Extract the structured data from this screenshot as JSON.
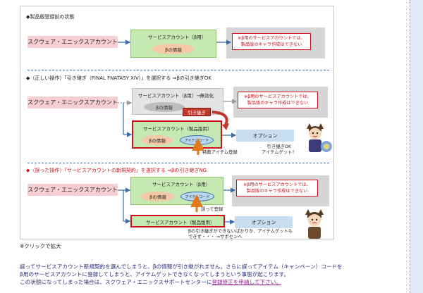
{
  "figure": {
    "section1": {
      "title": "◆製品版登録前の状態",
      "account": "スクウェア・エニックスアカウント",
      "service": "サービスアカウント（β用）",
      "beta_info": "βの情報",
      "warning_line1": "※β用のサービスアカウントでは、",
      "warning_line2": "製品版のキャラ作成はできない"
    },
    "section2": {
      "title": "◆（正しい操作）「引き継ぎ（FINAL FNATASY XIV）」を選択する ⇒βの引き継ぎOK",
      "account": "スクウェア・エニックスアカウント",
      "service_beta": "サービスアカウント（β用）→無効化",
      "beta_info": "βの情報",
      "warning_line1": "※β用のサービスアカウントでは、",
      "warning_line2": "製品版のキャラ作成はできない",
      "handover": "引き継ぎ",
      "service_product": "サービスアカウント（製品版用）",
      "product_beta_info": "βの情報",
      "item_code": "アイテムコード",
      "bonus_item": "特典アイテム登録",
      "option": "オプション",
      "result_line1": "引き継ぎOK",
      "result_line2": "アイテムゲット！"
    },
    "section3": {
      "title": "◆（誤った操作）「サービスアカウントの新規契約」を選択する ⇒βの引き継ぎNG",
      "account": "スクウェア・エニックスアカウント",
      "service_beta": "サービスアカウント（β用）",
      "beta_info": "βの情報",
      "item_code": "アイテムコード",
      "warning_line1": "※β用のサービスアカウントでは、",
      "warning_line2": "製品版のキャラ作成はできない",
      "mistake": "誤って登録",
      "service_product": "サービスアカウント（製品版用）",
      "option": "オプション",
      "result_line1": "βの引き継ぎができないばかりか、アイテムゲットも",
      "result_line2": "できず・・・ ⇒サポセンへ"
    }
  },
  "caption": "※クリックで拡大",
  "paragraph": {
    "line1": "誤ってサービスアカウント新規契約を選んでしまうと、βの情報が引き継がれません。さらに誤ってアイテム（キャンペーン）コードを",
    "line2": "β用のサービスアカウントに登録してしまうと、アイテムゲットできなくなってしまうという事態が起こります。",
    "line3_prefix": "この状態になってしまった場合は、スクウェア・エニックスサポートセンターに",
    "link": "登録修正を申請して下さい。"
  }
}
